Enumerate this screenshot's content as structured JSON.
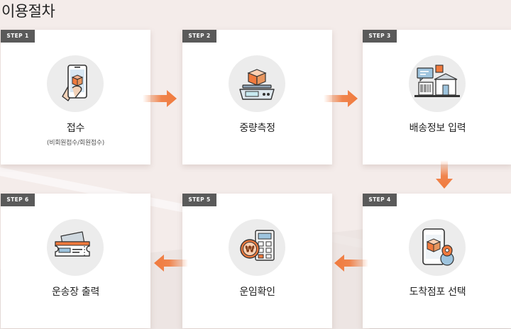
{
  "page": {
    "title": "이용절차"
  },
  "colors": {
    "accent": "#f07a3d",
    "badge": "#5a5a5a",
    "icon_bg": "#ececec",
    "background": "#f4ecea"
  },
  "steps": [
    {
      "badge": "STEP 1",
      "label": "접수",
      "sub": "(비회원접수/회원접수)",
      "icon": "smartphone-box-icon"
    },
    {
      "badge": "STEP 2",
      "label": "중량측정",
      "sub": "",
      "icon": "scale-icon"
    },
    {
      "badge": "STEP 3",
      "label": "배송정보 입력",
      "sub": "",
      "icon": "delivery-info-icon"
    },
    {
      "badge": "STEP 4",
      "label": "도착점포 선택",
      "sub": "",
      "icon": "location-box-icon"
    },
    {
      "badge": "STEP 5",
      "label": "운임확인",
      "sub": "",
      "icon": "coin-calculator-icon"
    },
    {
      "badge": "STEP 6",
      "label": "운송장 출력",
      "sub": "",
      "icon": "waybill-ticket-icon"
    }
  ]
}
